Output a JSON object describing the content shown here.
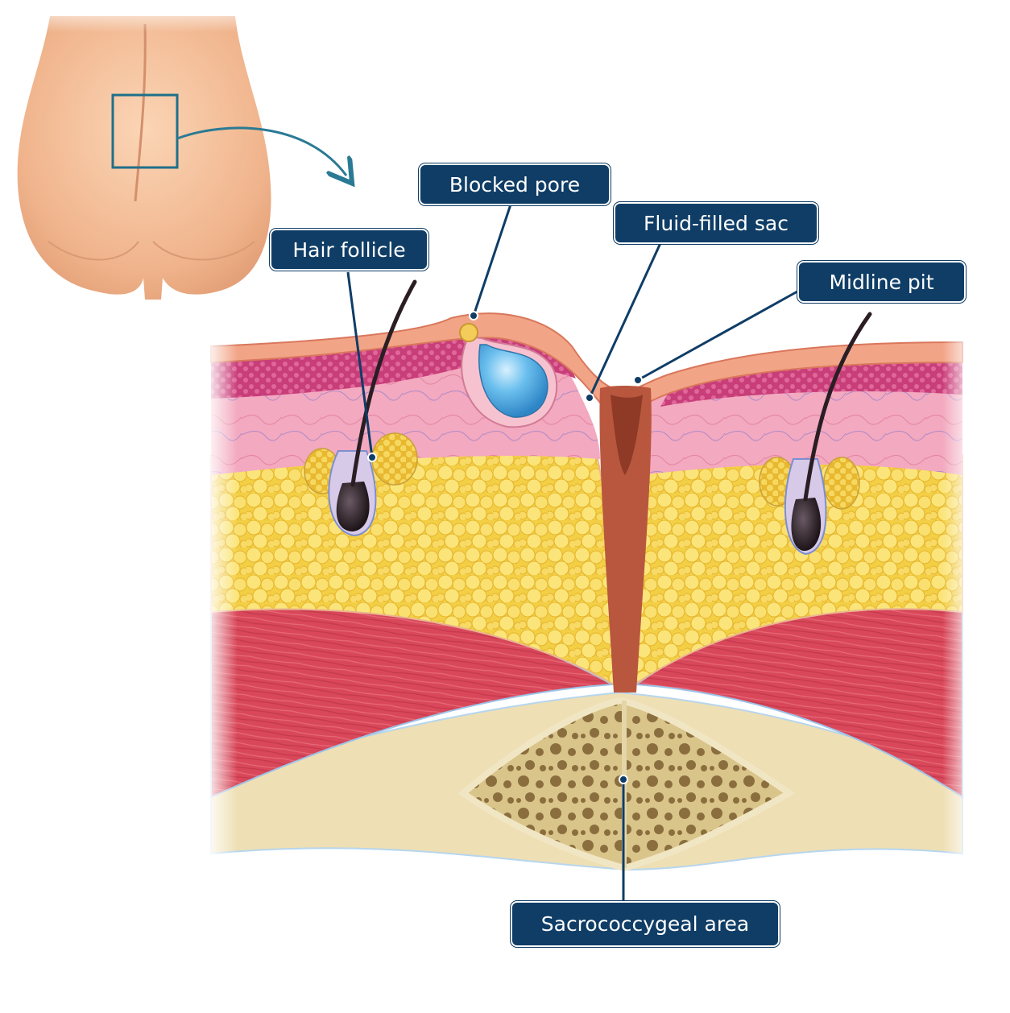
{
  "labels": {
    "blocked_pore": "Blocked pore",
    "fluid_filled_sac": "Fluid-filled sac",
    "hair_follicle": "Hair follicle",
    "midline_pit": "Midline pit",
    "sacrococcygeal_area": "Sacrococcygeal area"
  },
  "colors": {
    "callout_bg": "#0f3d66",
    "leader_line": "#0f3d66",
    "arrow": "#2a7a94",
    "skin": "#f0b48c",
    "dermis": "#f3a9bf",
    "fat": "#f5d75a",
    "muscle": "#d9485a",
    "bone": "#ecdcae",
    "cyst": "#5ab4e8"
  }
}
